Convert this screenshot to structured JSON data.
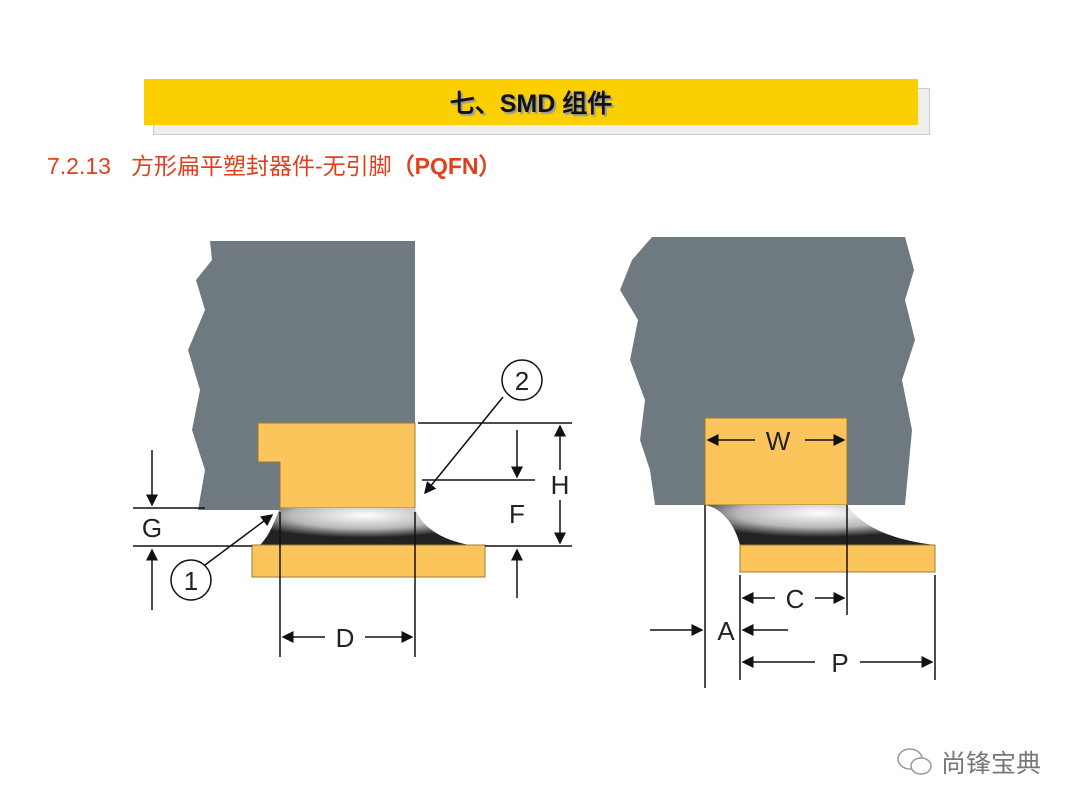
{
  "header": {
    "title": "七、SMD 组件"
  },
  "section": {
    "number": "7.2.13",
    "title": "方形扁平塑封器件-无引脚",
    "code": "（PQFN）"
  },
  "diagram": {
    "left_labels": {
      "callout_1": "1",
      "callout_2": "2",
      "G": "G",
      "H": "H",
      "F": "F",
      "D": "D"
    },
    "right_labels": {
      "W": "W",
      "C": "C",
      "A": "A",
      "P": "P"
    },
    "colors": {
      "body": "#6f7a80",
      "lead": "#fcc55c",
      "banner": "#fccf00",
      "subtitle": "#e0401c"
    }
  },
  "watermark": {
    "text": "尚锋宝典"
  }
}
